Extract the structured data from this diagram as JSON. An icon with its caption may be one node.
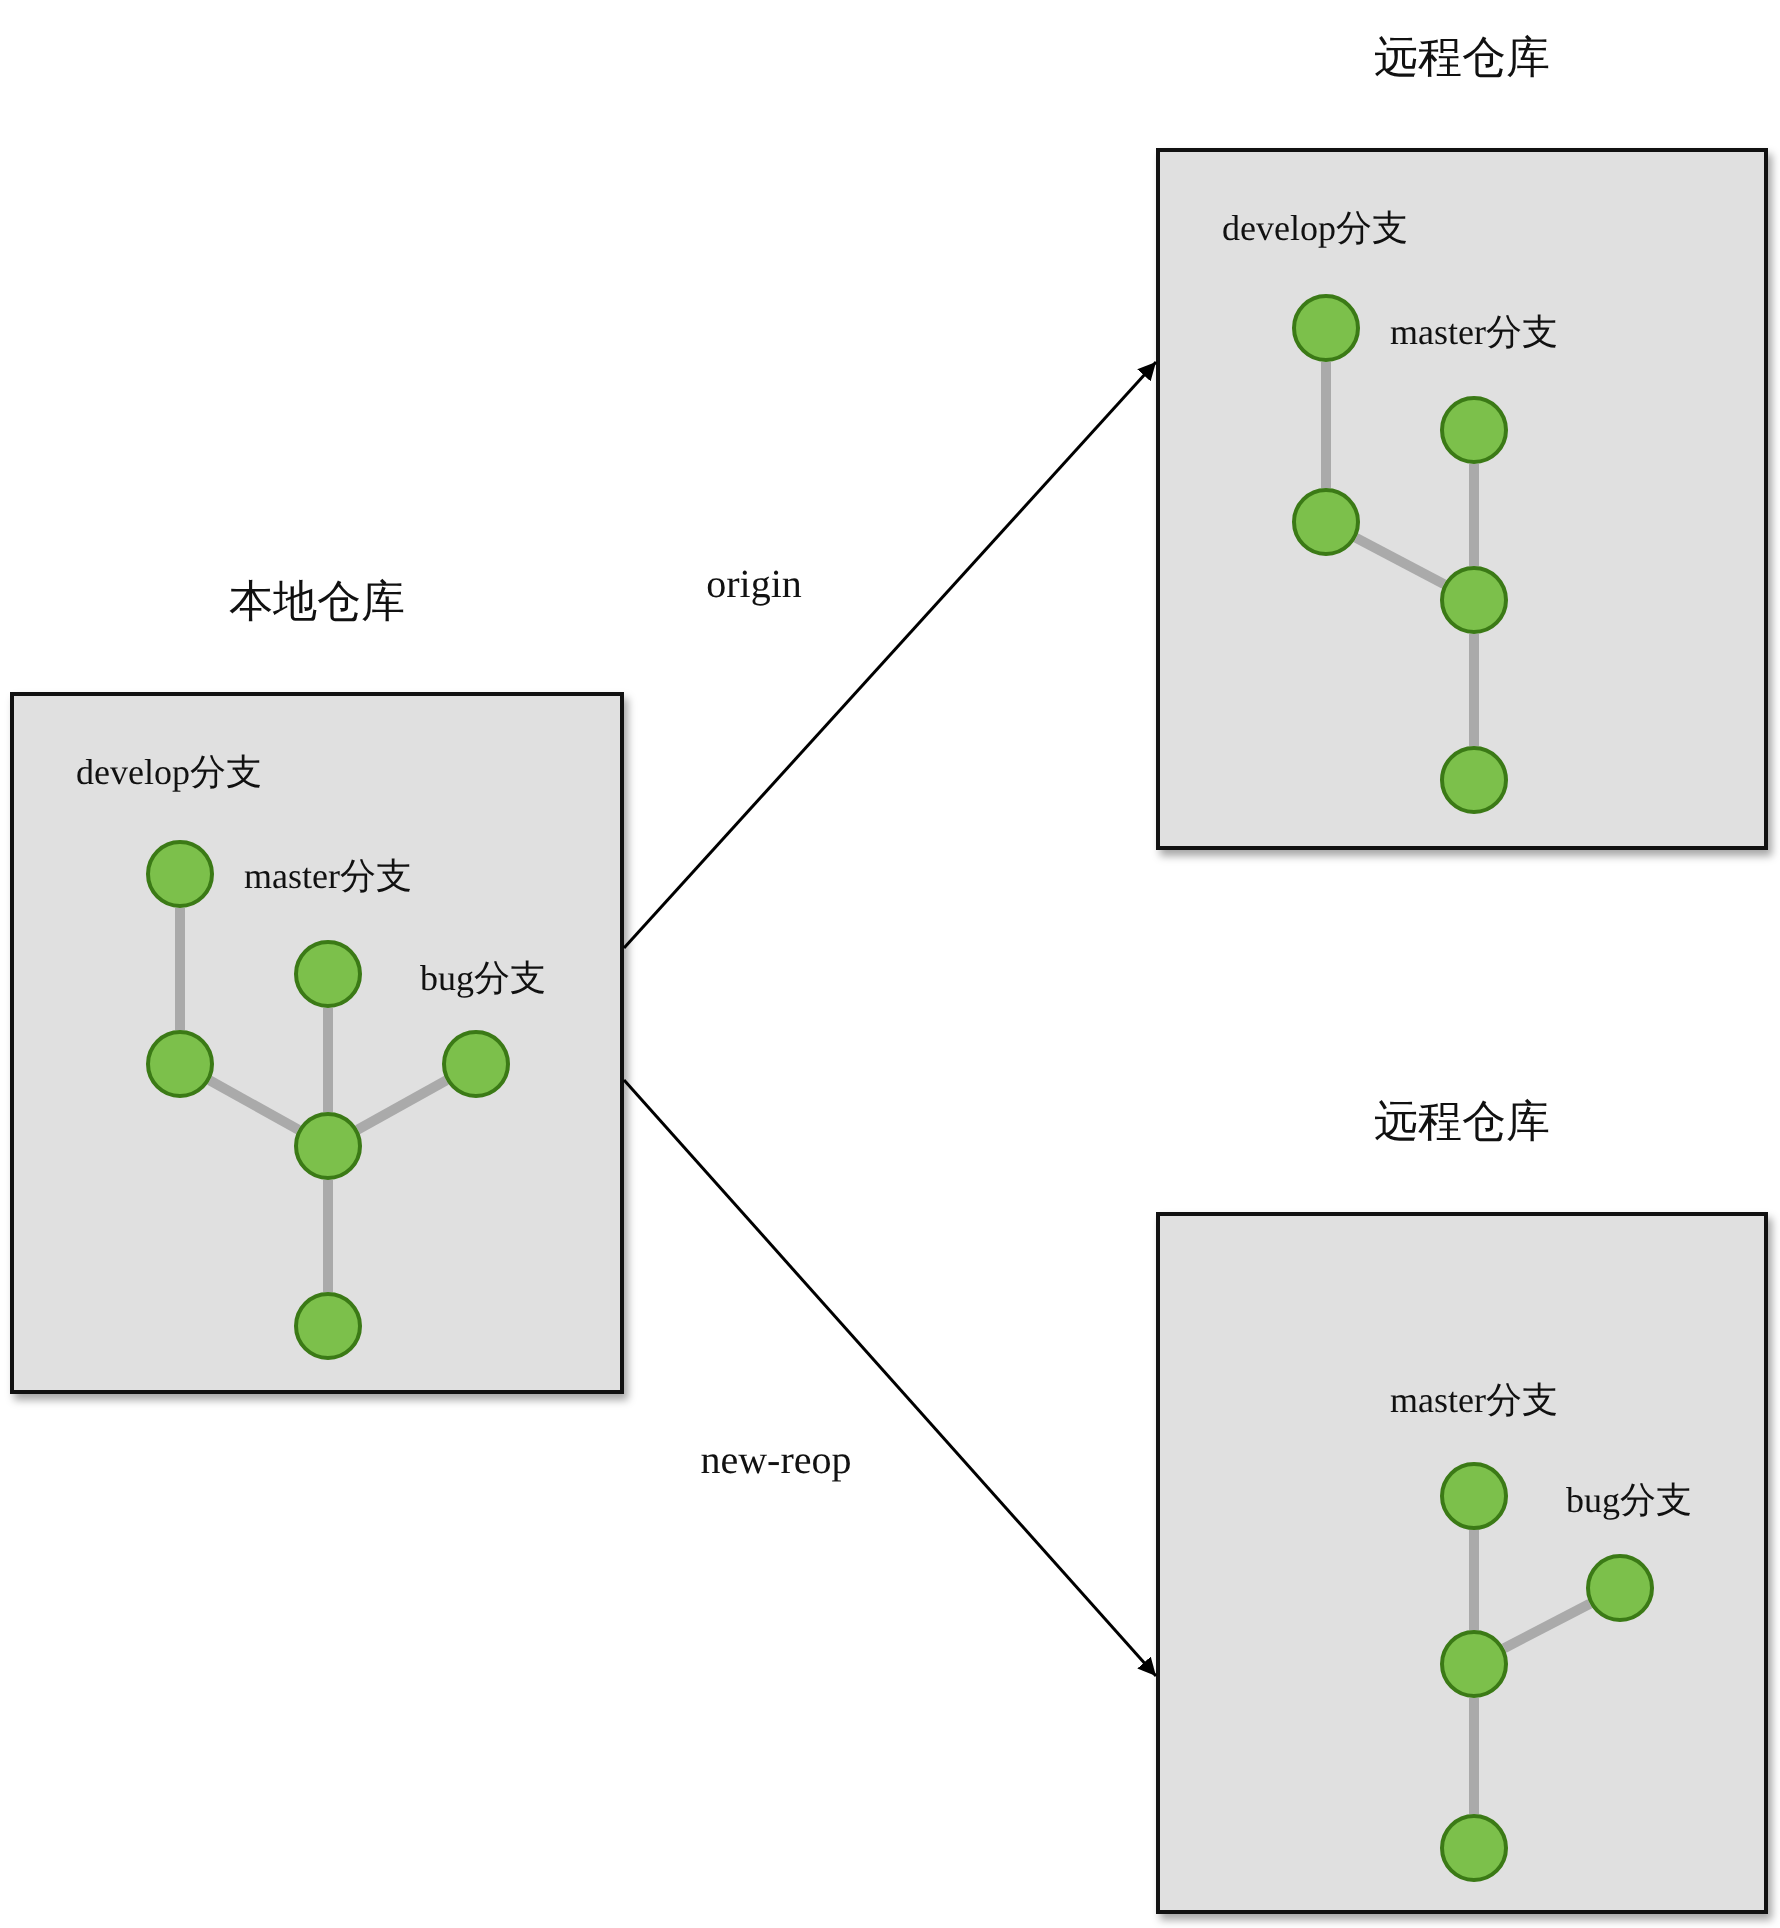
{
  "diagram": {
    "nodes": [
      {
        "text": [
          "本地仓库"
        ]
      },
      {
        "text": [],
        "shape": "circle",
        "in": 0,
        "beside": [
          "develop分支"
        ]
      },
      {
        "text": [],
        "shape": "circle",
        "in": 0,
        "beside": [
          "master分支"
        ]
      },
      {
        "text": [],
        "shape": "circle",
        "in": 0
      },
      {
        "text": [],
        "shape": "circle",
        "in": 0,
        "beside": [
          "bug分支"
        ]
      },
      {
        "text": [],
        "shape": "circle",
        "in": 0
      },
      {
        "text": [],
        "shape": "circle",
        "in": 0
      },
      {
        "text": [
          "远程仓库"
        ]
      },
      {
        "text": [],
        "shape": "circle",
        "in": 7,
        "beside": [
          "develop分支"
        ]
      },
      {
        "text": [],
        "shape": "circle",
        "in": 7,
        "beside": [
          "master分支"
        ]
      },
      {
        "text": [],
        "shape": "circle",
        "in": 7
      },
      {
        "text": [],
        "shape": "circle",
        "in": 7
      },
      {
        "text": [],
        "shape": "circle",
        "in": 7
      },
      {
        "text": [
          "远程仓库"
        ]
      },
      {
        "text": [],
        "shape": "circle",
        "in": 13,
        "beside": [
          "master分支"
        ]
      },
      {
        "text": [],
        "shape": "circle",
        "in": 13,
        "beside": [
          "bug分支"
        ]
      },
      {
        "text": [],
        "shape": "circle",
        "in": 13
      },
      {
        "text": [],
        "shape": "circle",
        "in": 13
      }
    ],
    "edges": [
      {
        "from": 1,
        "to": 3,
        "arrow": "none"
      },
      {
        "from": 3,
        "to": 5,
        "arrow": "none"
      },
      {
        "from": 2,
        "to": 5,
        "arrow": "none"
      },
      {
        "from": 4,
        "to": 5,
        "arrow": "none"
      },
      {
        "from": 5,
        "to": 6,
        "arrow": "none"
      },
      {
        "from": 8,
        "to": 10,
        "arrow": "none"
      },
      {
        "from": 10,
        "to": 11,
        "arrow": "none"
      },
      {
        "from": 9,
        "to": 11,
        "arrow": "none"
      },
      {
        "from": 11,
        "to": 12,
        "arrow": "none"
      },
      {
        "from": 14,
        "to": 16,
        "arrow": "none"
      },
      {
        "from": 15,
        "to": 16,
        "arrow": "none"
      },
      {
        "from": 16,
        "to": 17,
        "arrow": "none"
      },
      {
        "from": 0,
        "to": 7,
        "arrow": "to",
        "label": "origin",
        "color": "#000000"
      },
      {
        "from": 0,
        "to": 13,
        "arrow": "to",
        "label": "new-reop",
        "color": "#000000"
      }
    ]
  }
}
